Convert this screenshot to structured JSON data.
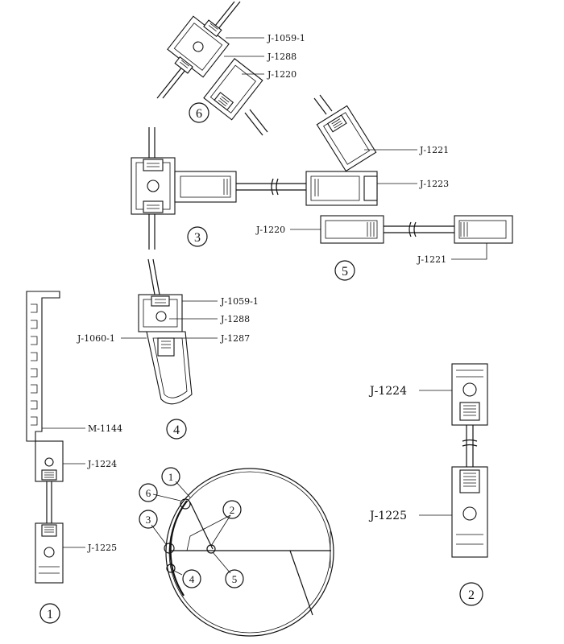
{
  "detail6": {
    "number": "6",
    "labels": [
      "J-1059-1",
      "J-1288",
      "J-1220"
    ]
  },
  "detail3": {
    "number": "3"
  },
  "detail5": {
    "number": "5",
    "labels": [
      "J-1221",
      "J-1223",
      "J-1220",
      "J-1221"
    ]
  },
  "detail4": {
    "number": "4",
    "labels": [
      "J-1059-1",
      "J-1288",
      "J-1060-1",
      "J-1287"
    ]
  },
  "detail1": {
    "number": "1",
    "labels": [
      "M-1144",
      "J-1224",
      "J-1225"
    ]
  },
  "detail2": {
    "number": "2",
    "labels": [
      "J-1224",
      "J-1225"
    ]
  },
  "plan": {
    "callouts": [
      "1",
      "6",
      "3",
      "2",
      "4",
      "5"
    ]
  },
  "colors": {
    "line": "#111111",
    "background": "#ffffff"
  }
}
